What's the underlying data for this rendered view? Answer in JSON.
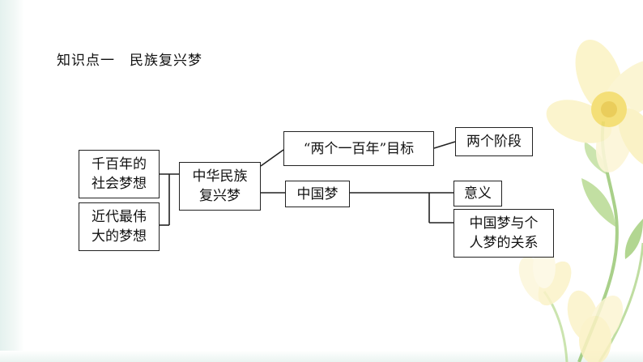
{
  "heading": "知识点一　民族复兴梦",
  "nodes": {
    "thousand_year": "千百年的\n社会梦想",
    "modern_dream": "近代最伟\n大的梦想",
    "rejuvenation": "中华民族\n复兴梦",
    "two_centenary": "“两个一百年”目标",
    "two_stages": "两个阶段",
    "china_dream": "中国梦",
    "significance": "意义",
    "relationship": "中国梦与个\n人梦的关系"
  },
  "colors": {
    "line": "#222222",
    "flower_petal": "#fbf3c6",
    "flower_center": "#f3dc6a",
    "stem": "#8cc063",
    "background_band": "#e4f1ee"
  }
}
